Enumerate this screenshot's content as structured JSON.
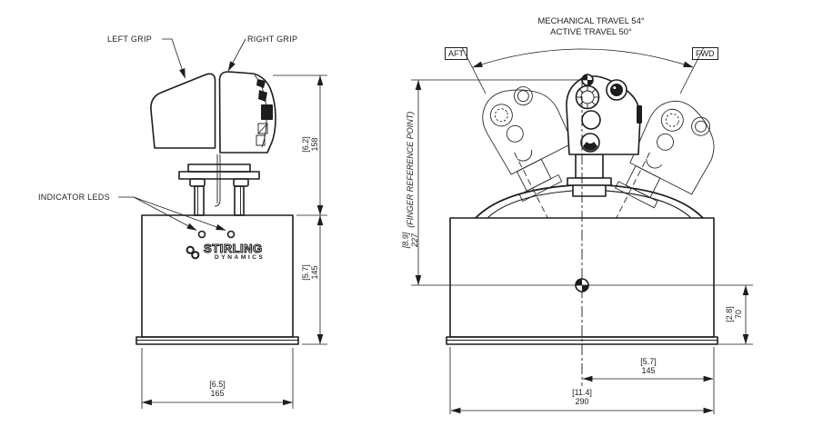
{
  "left_view": {
    "labels": {
      "left_grip": "LEFT GRIP",
      "right_grip": "RIGHT GRIP",
      "indicator_leds": "INDICATOR LEDS"
    },
    "logo": {
      "name": "STIRLING",
      "sub": "DYNAMICS"
    },
    "dims": {
      "overall_height": {
        "in": "[6.2]",
        "mm": "158"
      },
      "box_height": {
        "in": "[5.7]",
        "mm": "145"
      },
      "box_width": {
        "in": "[6.5]",
        "mm": "165"
      }
    }
  },
  "right_view": {
    "labels": {
      "mechanical_travel": "MECHANICAL TRAVEL 54°",
      "active_travel": "ACTIVE TRAVEL 50°",
      "aft": "AFT",
      "fwd": "FWD"
    },
    "dims": {
      "finger_reference": {
        "in": "[8.9]",
        "mm": "227",
        "note": "(FINGER REFERENCE POINT)"
      },
      "pivot_to_base": {
        "in": "[2.8]",
        "mm": "70"
      },
      "center_to_edge": {
        "in": "[5.7]",
        "mm": "145"
      },
      "overall_width": {
        "in": "[11.4]",
        "mm": "290"
      }
    }
  }
}
